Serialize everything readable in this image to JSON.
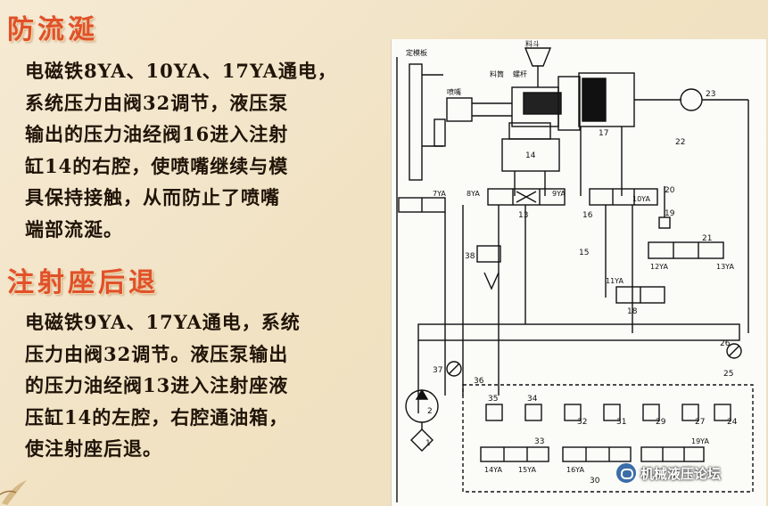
{
  "sections": [
    {
      "heading": "防流涎",
      "lines": [
        "电磁铁8YA、10YA、17YA通电，",
        "系统压力由阀32调节，液压泵",
        "输出的压力油经阀16进入注射",
        "缸14的右腔，使喷嘴继续与模",
        "具保持接触，从而防止了喷嘴",
        "端部流涎。"
      ]
    },
    {
      "heading": "注射座后退",
      "lines": [
        "电磁铁9YA、17YA通电，系统",
        "压力由阀32调节。液压泵输出",
        "的压力油经阀13进入注射座液",
        "压缸14的左腔，右腔通油箱，",
        "使注射座后退。"
      ]
    }
  ],
  "diagram": {
    "labels": {
      "fixed_plate": "定模板",
      "hopper": "料斗",
      "nozzle": "喷嘴",
      "barrel": "料筒",
      "screw": "螺杆",
      "c14": "14",
      "c17": "17",
      "c23": "23",
      "c22": "22",
      "v13": "13",
      "v16": "16",
      "v20": "20",
      "v19": "19",
      "v21": "21",
      "v15": "15",
      "v38": "38",
      "v18": "18",
      "ya7": "7YA",
      "ya8": "8YA",
      "ya9": "9YA",
      "ya10": "10YA",
      "ya11": "11YA",
      "ya12": "12YA",
      "ya13": "13YA",
      "n26": "26",
      "n25": "25",
      "n37": "37",
      "n36": "36",
      "n2": "2",
      "n1": "1",
      "v35": "35",
      "v34": "34",
      "v32": "32",
      "v31": "31",
      "v29": "29",
      "v27": "27",
      "v24": "24",
      "v33": "33",
      "ya14": "14YA",
      "ya15": "15YA",
      "ya16": "16YA",
      "ya19": "19YA",
      "n30": "30"
    }
  },
  "watermark": {
    "text": "机械液压论坛"
  }
}
